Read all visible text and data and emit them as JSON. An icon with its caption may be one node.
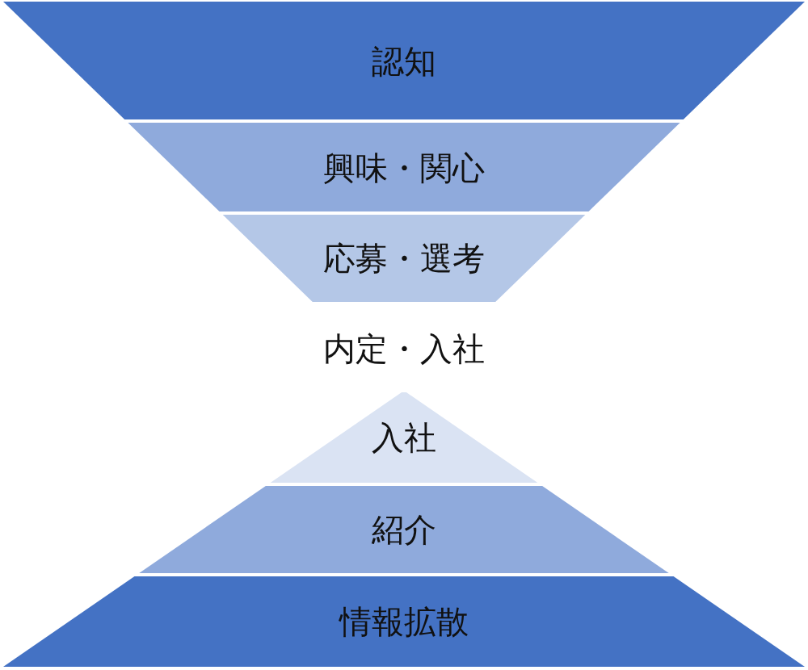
{
  "diagram": {
    "nodes": [
      {
        "text": [
          "認知"
        ]
      },
      {
        "text": [
          "興味・関心"
        ]
      },
      {
        "text": [
          "応募・選考"
        ]
      },
      {
        "text": [
          "内定・入社"
        ]
      },
      {
        "text": [
          "入社"
        ]
      },
      {
        "text": [
          "紹介"
        ]
      },
      {
        "text": [
          "情報拡散"
        ]
      }
    ]
  }
}
